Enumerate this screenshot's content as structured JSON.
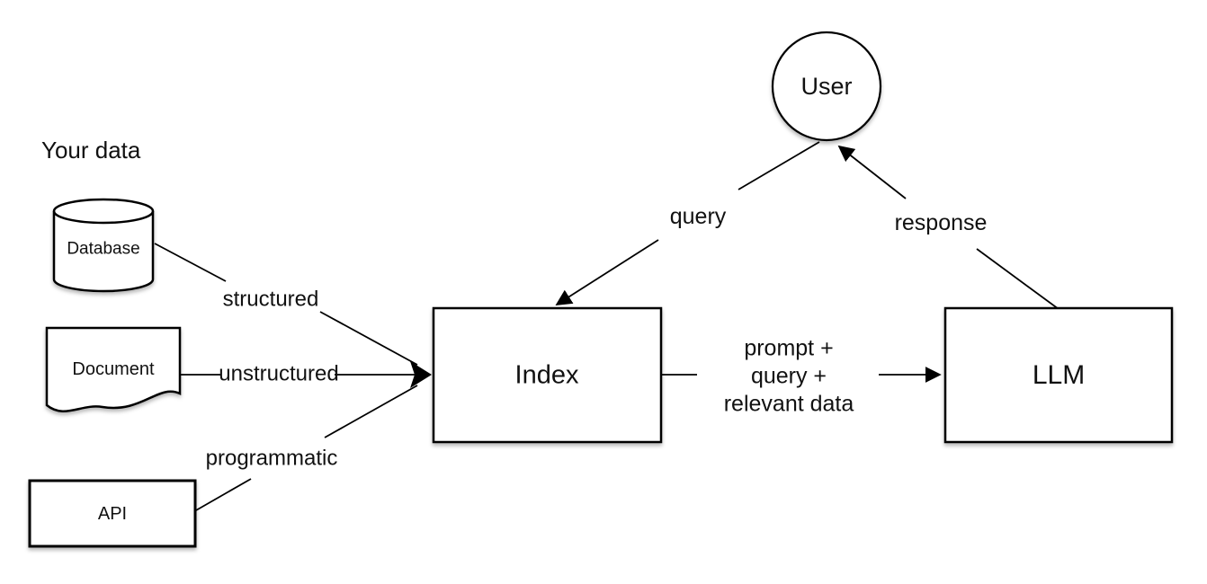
{
  "title": "Your data",
  "nodes": {
    "database": {
      "label": "Database",
      "shape": "cylinder"
    },
    "document": {
      "label": "Document",
      "shape": "document"
    },
    "api": {
      "label": "API",
      "shape": "rectangle"
    },
    "index": {
      "label": "Index",
      "shape": "rectangle"
    },
    "llm": {
      "label": "LLM",
      "shape": "rectangle"
    },
    "user": {
      "label": "User",
      "shape": "circle"
    }
  },
  "edges": {
    "structured": {
      "label": "structured",
      "from": "database",
      "to": "index"
    },
    "unstructured": {
      "label": "unstructured",
      "from": "document",
      "to": "index"
    },
    "programmatic": {
      "label": "programmatic",
      "from": "api",
      "to": "index"
    },
    "query": {
      "label": "query",
      "from": "user",
      "to": "index"
    },
    "prompt": {
      "label": "prompt +\nquery +\nrelevant data",
      "from": "index",
      "to": "llm"
    },
    "response": {
      "label": "response",
      "from": "llm",
      "to": "user"
    }
  },
  "colors": {
    "stroke": "#000000",
    "shape_fill": "#ffffff",
    "text": "#111111",
    "background": "#ffffff"
  }
}
